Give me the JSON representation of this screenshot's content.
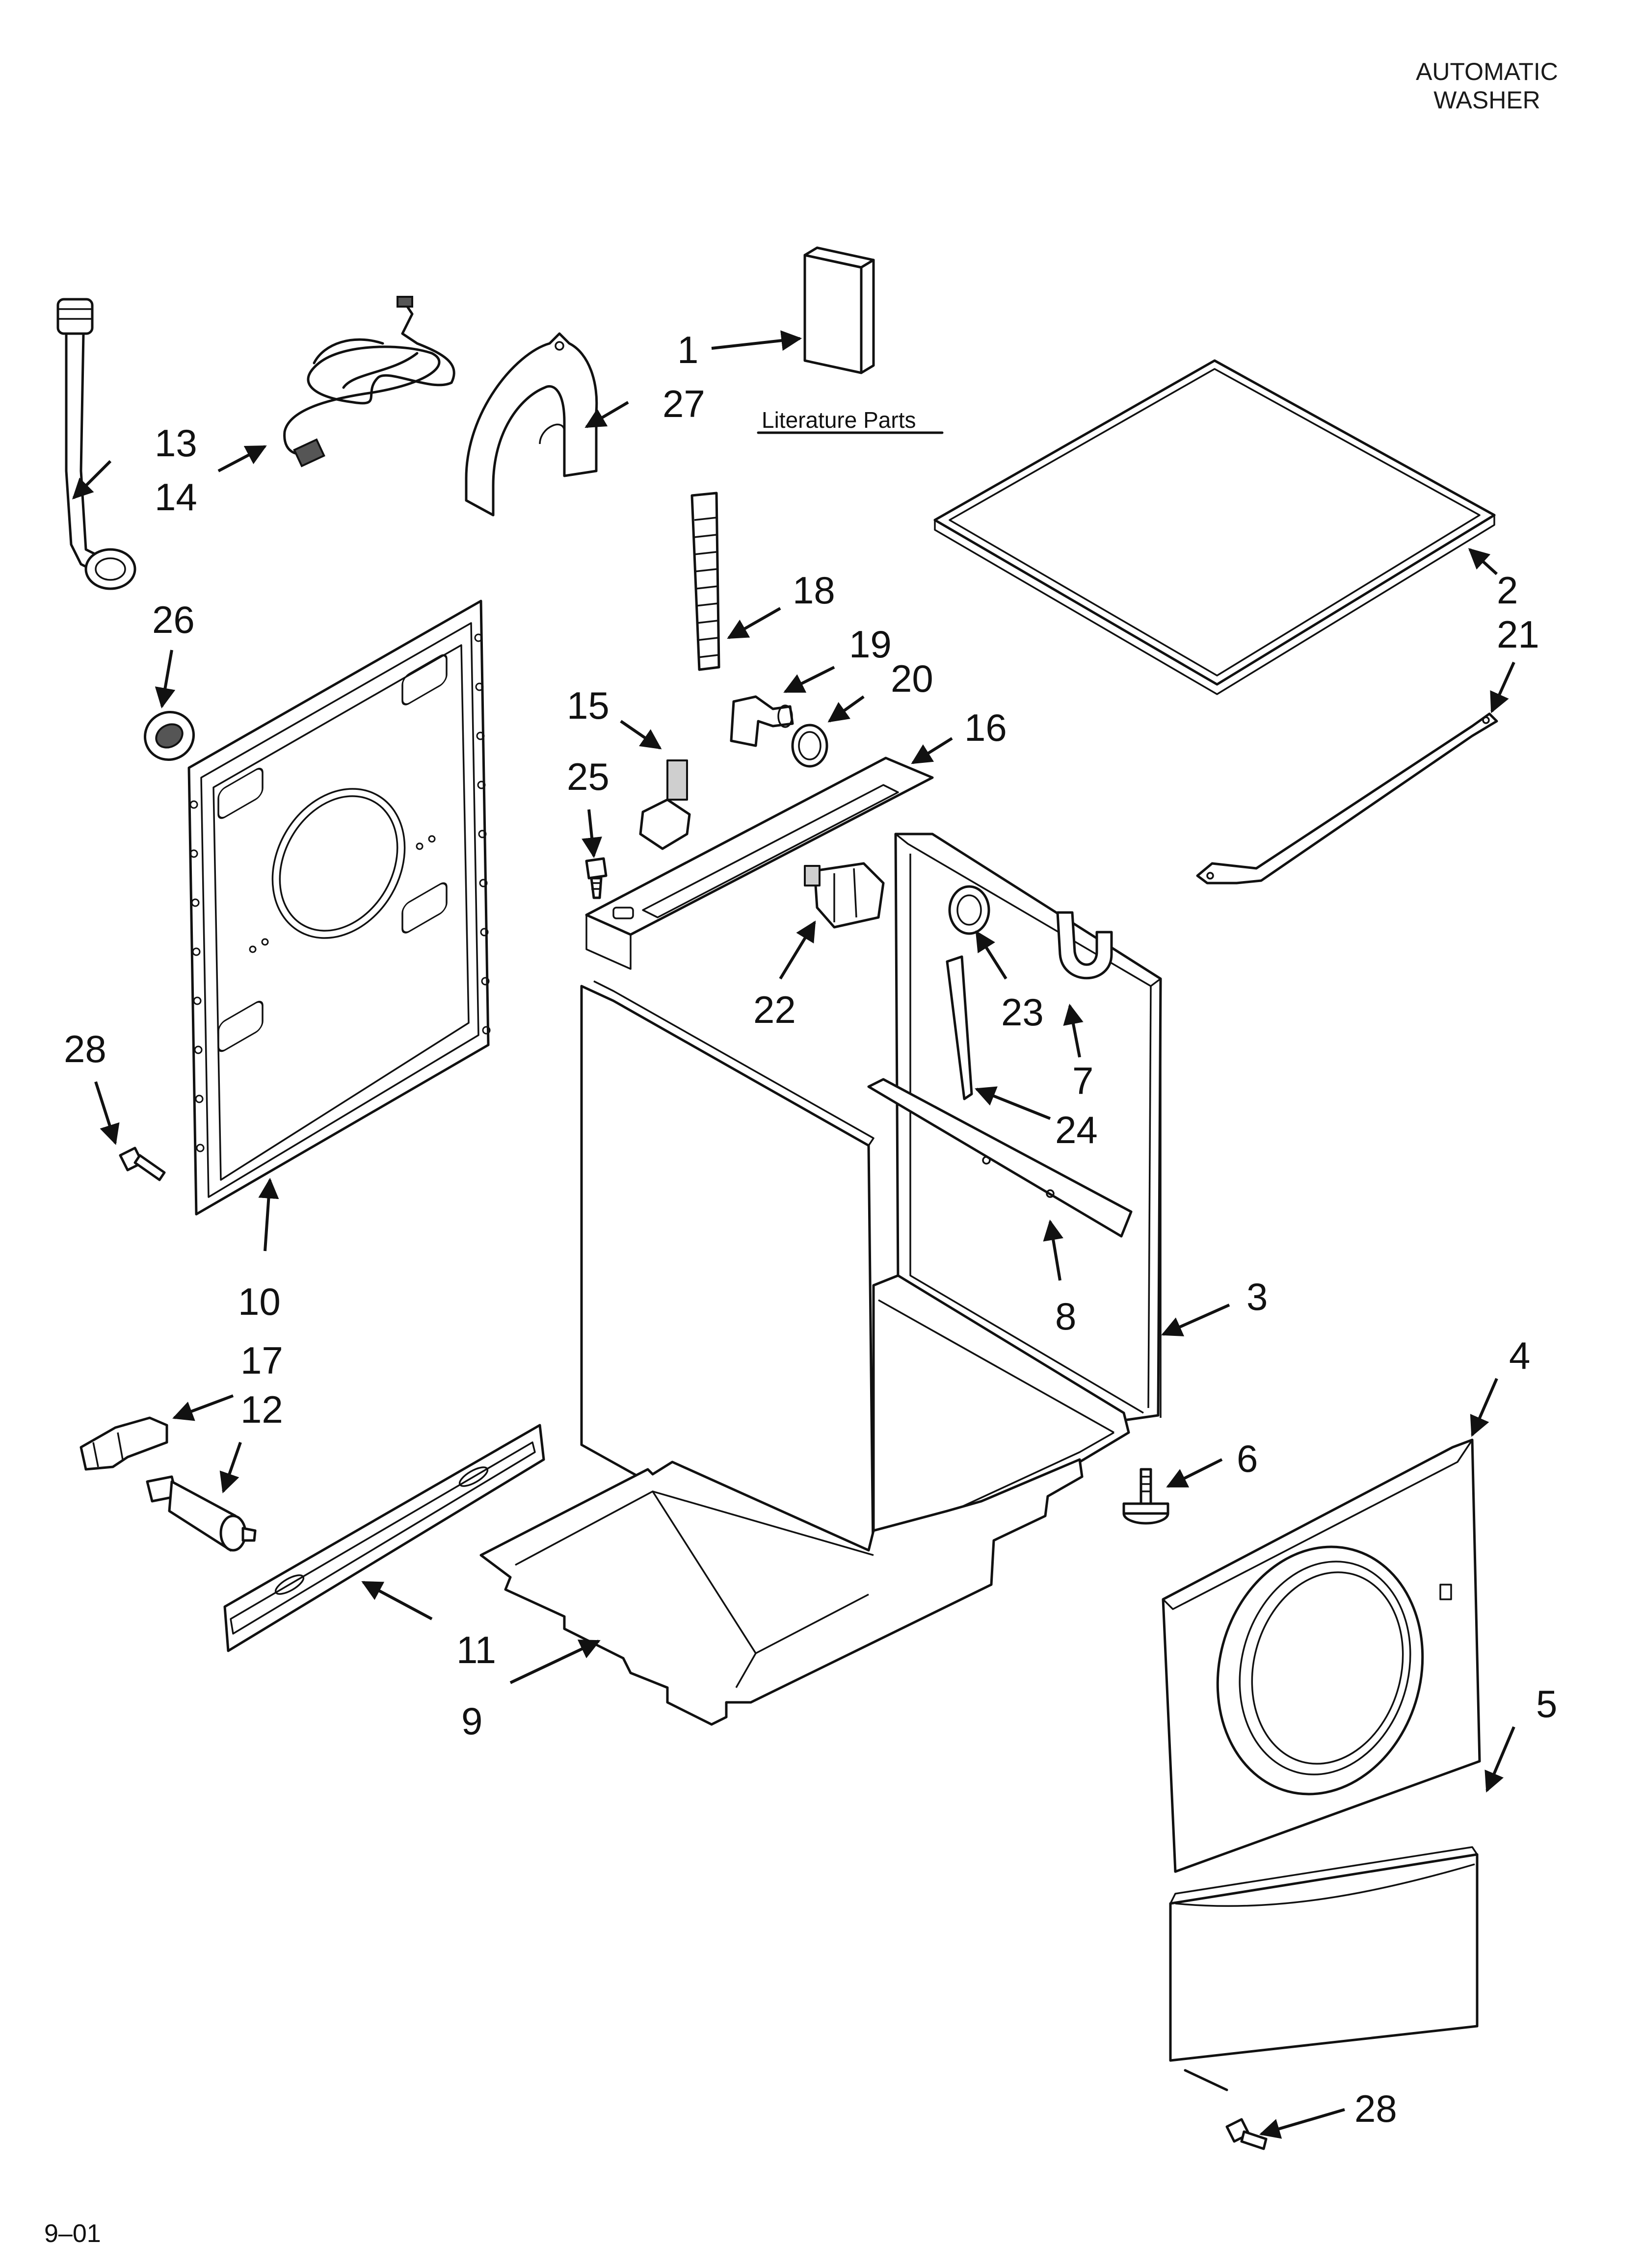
{
  "header": {
    "line1": "AUTOMATIC",
    "line2": "WASHER"
  },
  "footer": {
    "date_code": "9–01"
  },
  "literature_label": "Literature Parts",
  "callouts": [
    "1",
    "2",
    "3",
    "4",
    "5",
    "6",
    "7",
    "8",
    "9",
    "10",
    "11",
    "12",
    "13",
    "14",
    "15",
    "16",
    "17",
    "18",
    "19",
    "20",
    "21",
    "22",
    "23",
    "24",
    "25",
    "26",
    "27",
    "28",
    "28"
  ]
}
